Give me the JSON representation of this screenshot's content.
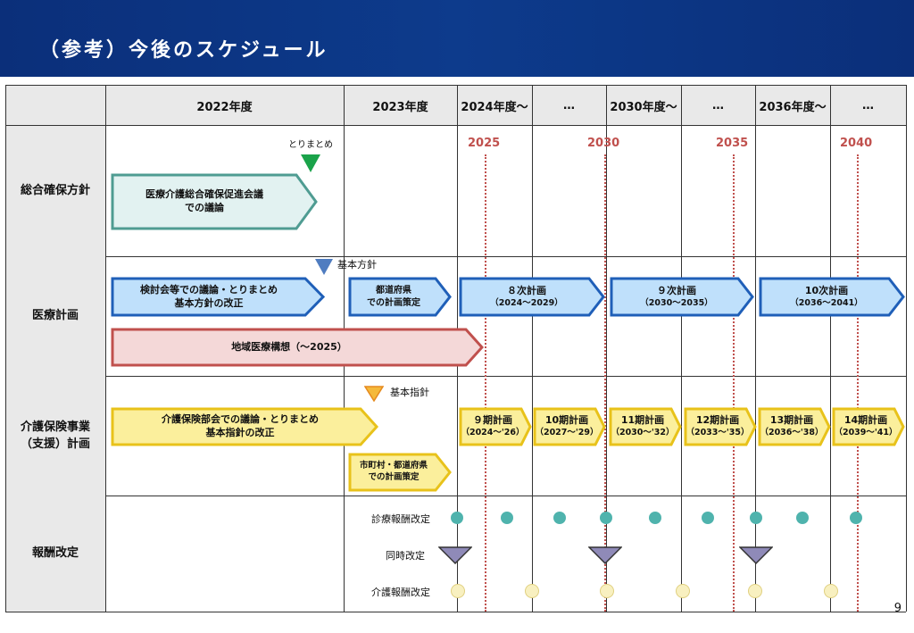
{
  "header": {
    "title": "（参考）今後のスケジュール"
  },
  "page_number": "9",
  "columns": [
    "2022年度",
    "2023年度",
    "2024年度～",
    "…",
    "2030年度～",
    "…",
    "2036年度～",
    "…"
  ],
  "rows": {
    "sogo": "総合確保方針",
    "iryo": "医療計画",
    "kaigo_line1": "介護保険事業",
    "kaigo_line2": "（支援）計画",
    "hoshu": "報酬改定"
  },
  "years": [
    "2025",
    "2030",
    "2035",
    "2040"
  ],
  "sogo": {
    "marker_label": "とりまとめ",
    "arrow_line1": "医療介護総合確保促進会議",
    "arrow_line2": "での議論"
  },
  "iryo": {
    "marker_label": "基本方針",
    "discuss_line1": "検討会等での議論・とりまとめ",
    "discuss_line2": "基本方針の改正",
    "pref_line1": "都道府県",
    "pref_line2": "での計画策定",
    "plans": [
      {
        "name": "８次計画",
        "period": "（2024～2029）"
      },
      {
        "name": "９次計画",
        "period": "（2030～2035）"
      },
      {
        "name": "10次計画",
        "period": "（2036～2041）"
      }
    ],
    "chiiki": "地域医療構想（～2025）"
  },
  "kaigo": {
    "marker_label": "基本指針",
    "discuss_line1": "介護保険部会での議論・とりまとめ",
    "discuss_line2": "基本指針の改正",
    "muni_line1": "市町村・都道府県",
    "muni_line2": "での計画策定",
    "plans": [
      {
        "name": "９期計画",
        "period": "（2024～'26）"
      },
      {
        "name": "10期計画",
        "period": "（2027～'29）"
      },
      {
        "name": "11期計画",
        "period": "（2030～'32）"
      },
      {
        "name": "12期計画",
        "period": "（2033～'35）"
      },
      {
        "name": "13期計画",
        "period": "（2036～'38）"
      },
      {
        "name": "14期計画",
        "period": "（2039～'41）"
      }
    ]
  },
  "hoshu": {
    "shinryo": "診療報酬改定",
    "doji": "同時改定",
    "kaigo": "介護報酬改定"
  },
  "colors": {
    "header_bg": "#0d3b8c",
    "teal_arrow": "#4f9c92",
    "blue_arrow": "#1f5fb8",
    "red_arrow": "#c0504d",
    "yellow_arrow": "#e8c21a",
    "year_red": "#c0504d",
    "teal_dot": "#4fb3ad",
    "cream_dot": "#f8f0c0",
    "purple_tri": "#8f8ab8"
  }
}
